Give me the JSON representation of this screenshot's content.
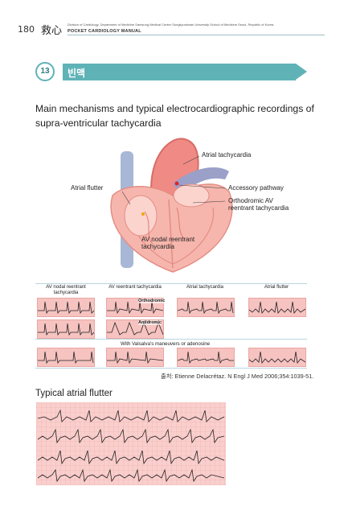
{
  "header": {
    "page_number": "180",
    "hanja": "救心",
    "affiliation": "Division of Cardiology, Department of Medicine Samsung Medical Center Sungkyunkwan University School of Medicine Seoul, Republic of Korea",
    "manual_title": "POCKET CARDIOLOGY MANUAL"
  },
  "chapter": {
    "number": "13",
    "title": "빈맥",
    "accent_color": "#5fb3b7"
  },
  "section": {
    "heading": "Main mechanisms and typical electrocardiographic recordings of supra-ventricular tachycardia"
  },
  "heart_labels": {
    "atrial_tachycardia": "Atrial tachycardia",
    "atrial_flutter": "Atrial flutter",
    "accessory_pathway": "Accessory pathway",
    "orthodromic": "Orthodromic AV reentrant tachycardia",
    "av_nodal": "AV nodal reentrant tachycardia"
  },
  "ecg_table": {
    "columns": [
      "AV nodal reentrant tachycardia",
      "AV reentrant tachycardia",
      "Atrial tachycardia",
      "Atrial flutter"
    ],
    "tag_orthodromic": "Orthodromic",
    "tag_antidromic": "Antidromic",
    "valsalva": "With Valsalva's maneuvers or adenosine",
    "ecg_color": "#f6c3c0"
  },
  "source": "출처: Etienne Delacrétaz. N Engl J Med 2006;354:1039-51.",
  "flutter": {
    "heading": "Typical atrial flutter"
  }
}
